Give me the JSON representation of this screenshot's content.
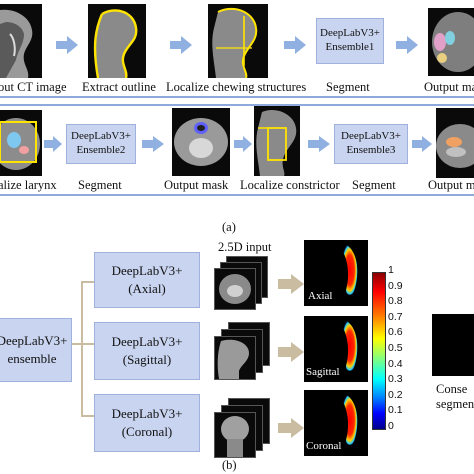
{
  "panel_a": {
    "row1": {
      "labels": [
        "out CT image",
        "Extract outline",
        "Localize chewing structures",
        "Segment",
        "Output ma"
      ],
      "model_box": "DeepLabV3+\nEnsemble1"
    },
    "row2": {
      "labels": [
        "alize larynx",
        "Segment",
        "Output mask",
        "Localize constrictor",
        "Segment",
        "Output m"
      ],
      "model_box_2": "DeepLabV3+\nEnsemble2",
      "model_box_3": "DeepLabV3+\nEnsemble3"
    },
    "caption": "(a)"
  },
  "panel_b": {
    "input_label": "2.5D input",
    "ensemble_box": "DeepLabV3+\nensemble",
    "views": [
      {
        "box": "DeepLabV3+\n(Axial)",
        "map_label": "Axial"
      },
      {
        "box": "DeepLabV3+\n(Sagittal)",
        "map_label": "Sagittal"
      },
      {
        "box": "DeepLabV3+\n(Coronal)",
        "map_label": "Coronal"
      }
    ],
    "colorbar_ticks": [
      "1",
      "0.9",
      "0.8",
      "0.7",
      "0.6",
      "0.5",
      "0.4",
      "0.3",
      "0.2",
      "0.1",
      "0"
    ],
    "consensus_label": "Conse\nsegmenta",
    "caption": "(b)"
  },
  "colors": {
    "accent_border": "#8ea9db",
    "box_fill": "#c9d5f0",
    "arrow_blue": "#8fb0e0",
    "arrow_tan": "#c9bca0",
    "connector": "#c9bca0"
  }
}
